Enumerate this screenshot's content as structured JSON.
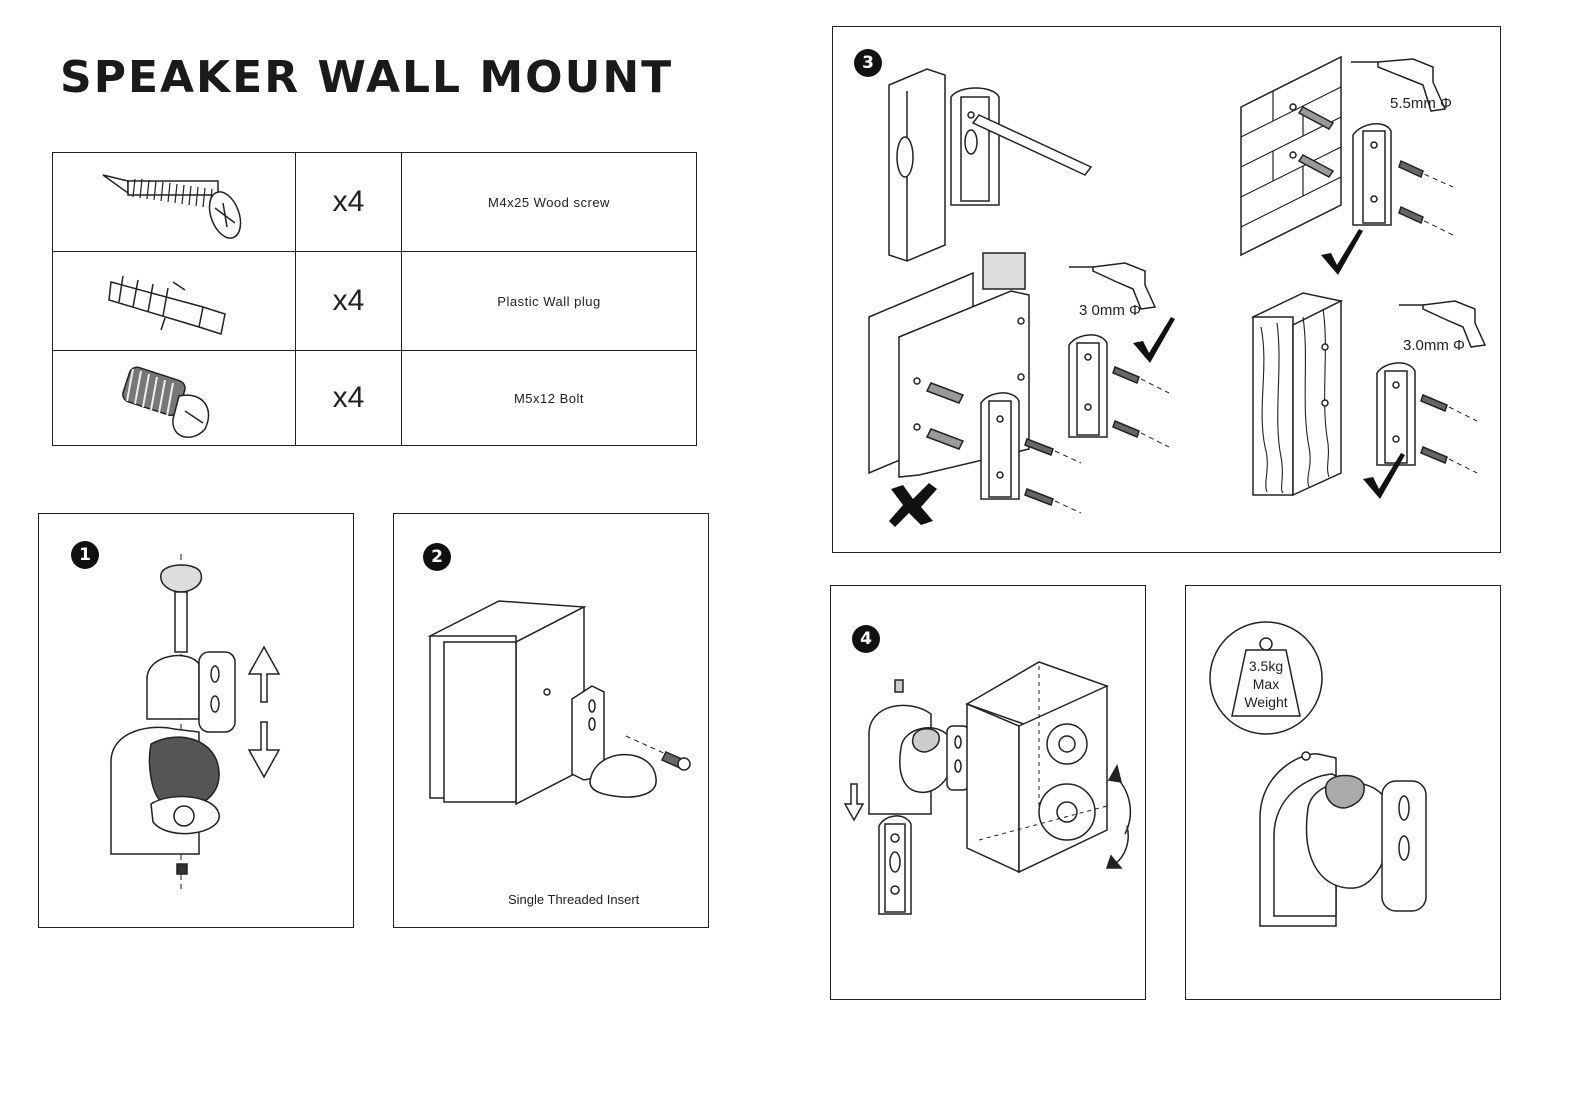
{
  "title": "SPEAKER WALL MOUNT",
  "parts": [
    {
      "icon": "wood-screw-icon",
      "quantity": "x4",
      "description": "M4x25 Wood screw"
    },
    {
      "icon": "wall-plug-icon",
      "quantity": "x4",
      "description": "Plastic Wall plug"
    },
    {
      "icon": "bolt-icon",
      "quantity": "x4",
      "description": "M5x12 Bolt"
    }
  ],
  "steps": {
    "step1": {
      "number": "1"
    },
    "step2": {
      "number": "2",
      "caption": "Single Threaded Insert"
    },
    "step3": {
      "number": "3",
      "drill_brick": "5.5mm Φ",
      "drill_board": "3 0mm Φ",
      "drill_wood": "3.0mm Φ"
    },
    "step4": {
      "number": "4"
    },
    "max_weight": {
      "line1": "3.5kg",
      "line2": "Max",
      "line3": "Weight"
    }
  },
  "marks": {
    "correct": "checkmark-icon",
    "wrong": "cross-icon"
  }
}
